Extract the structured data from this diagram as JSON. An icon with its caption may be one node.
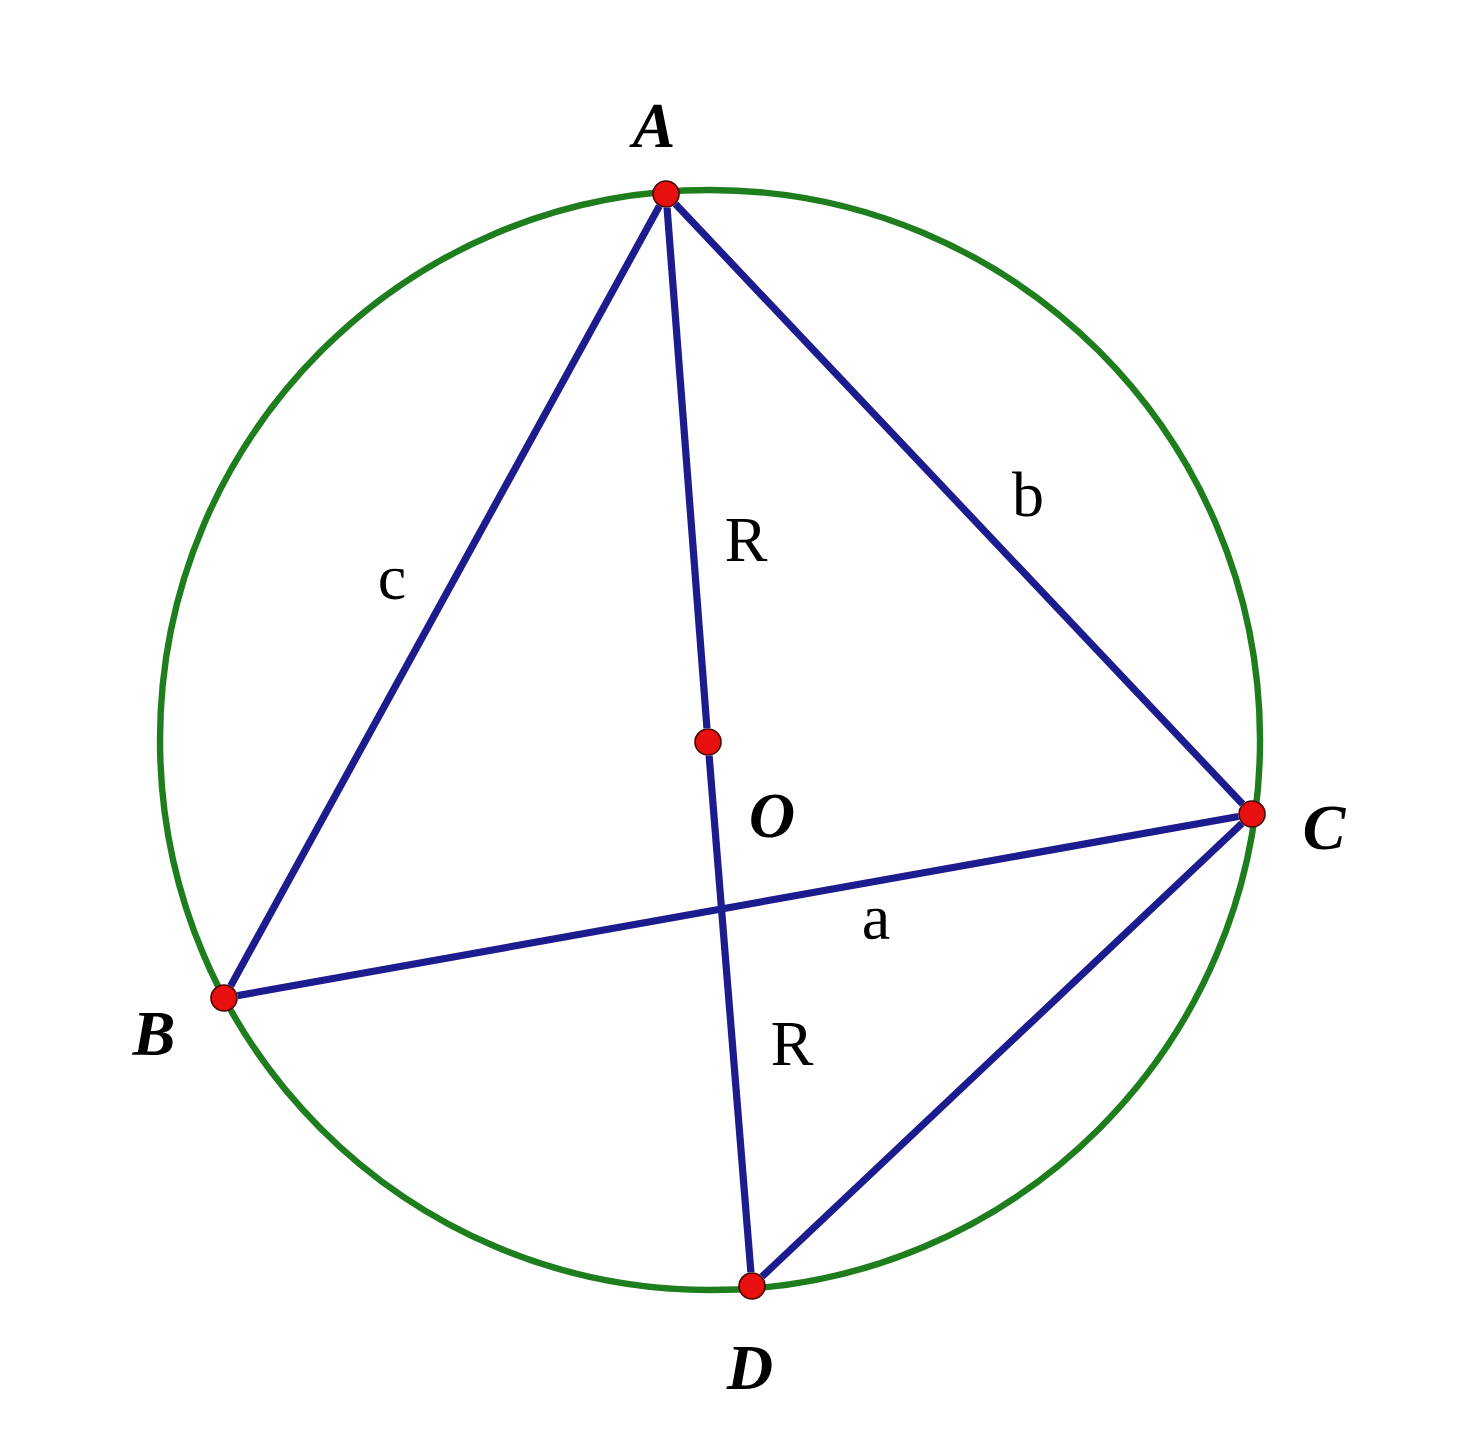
{
  "diagram": {
    "nodes": [
      {
        "text": [
          "A"
        ]
      },
      {
        "text": [
          "B"
        ]
      },
      {
        "text": [
          "C"
        ]
      },
      {
        "text": [
          "D"
        ]
      },
      {
        "text": [
          "O"
        ]
      }
    ],
    "edges": [
      {
        "from": 0,
        "to": 1,
        "arrow": "none",
        "label": "c"
      },
      {
        "from": 0,
        "to": 2,
        "arrow": "none",
        "label": "b"
      },
      {
        "from": 0,
        "to": 4,
        "arrow": "none",
        "label": "R"
      },
      {
        "from": 1,
        "to": 2,
        "arrow": "none",
        "label": "a"
      },
      {
        "from": 4,
        "to": 3,
        "arrow": "none",
        "label": "R"
      },
      {
        "from": 2,
        "to": 3,
        "arrow": "none"
      }
    ]
  }
}
